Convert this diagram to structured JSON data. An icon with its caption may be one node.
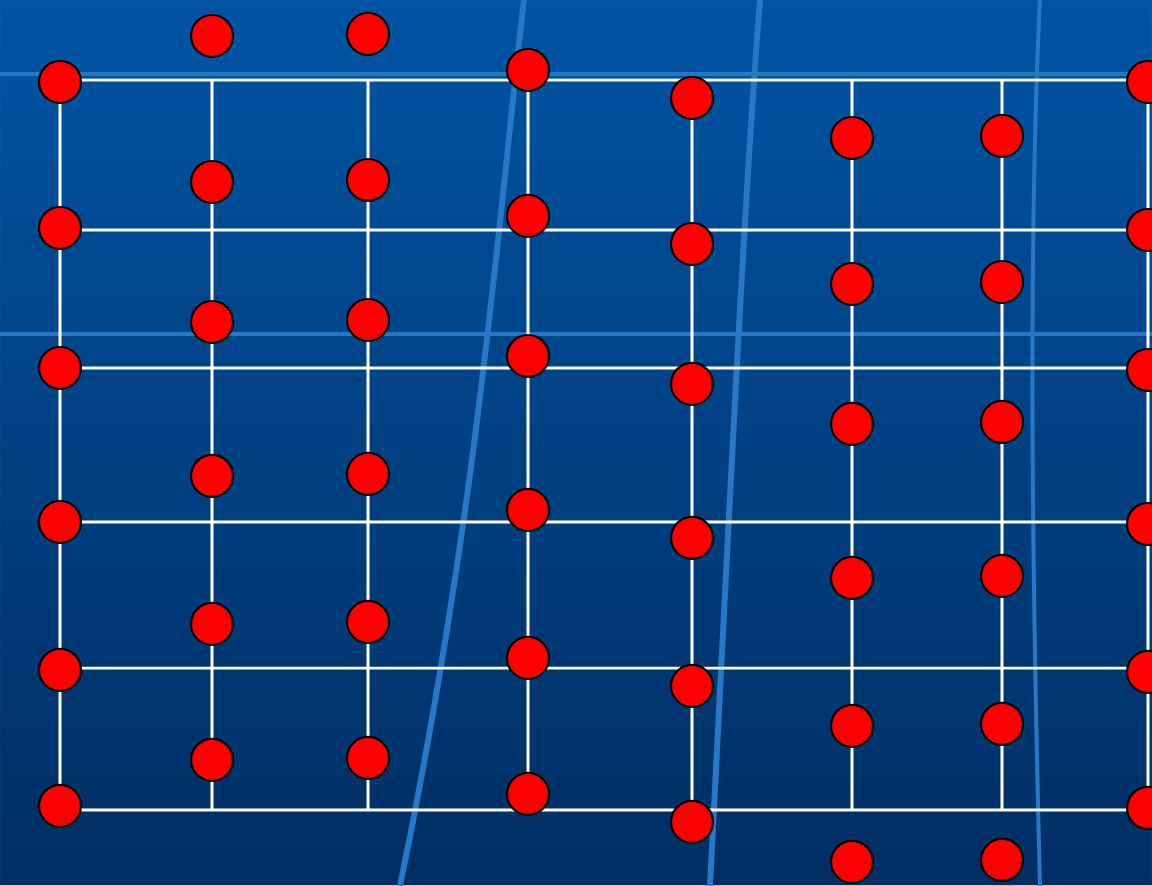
{
  "diagram": {
    "nodes": [
      {
        "text": [],
        "shape": "circle"
      },
      {
        "text": [],
        "shape": "circle"
      },
      {
        "text": [],
        "shape": "circle"
      },
      {
        "text": [],
        "shape": "circle"
      },
      {
        "text": [],
        "shape": "circle"
      },
      {
        "text": [],
        "shape": "circle"
      },
      {
        "text": [],
        "shape": "circle"
      },
      {
        "text": [],
        "shape": "circle"
      },
      {
        "text": [],
        "shape": "circle"
      },
      {
        "text": [],
        "shape": "circle"
      },
      {
        "text": [],
        "shape": "circle"
      },
      {
        "text": [],
        "shape": "circle"
      },
      {
        "text": [],
        "shape": "circle"
      },
      {
        "text": [],
        "shape": "circle"
      },
      {
        "text": [],
        "shape": "circle"
      },
      {
        "text": [],
        "shape": "circle"
      },
      {
        "text": [],
        "shape": "circle"
      },
      {
        "text": [],
        "shape": "circle"
      },
      {
        "text": [],
        "shape": "circle"
      },
      {
        "text": [],
        "shape": "circle"
      },
      {
        "text": [],
        "shape": "circle"
      },
      {
        "text": [],
        "shape": "circle"
      },
      {
        "text": [],
        "shape": "circle"
      },
      {
        "text": [],
        "shape": "circle"
      },
      {
        "text": [],
        "shape": "circle"
      },
      {
        "text": [],
        "shape": "circle"
      },
      {
        "text": [],
        "shape": "circle"
      },
      {
        "text": [],
        "shape": "circle"
      },
      {
        "text": [],
        "shape": "circle"
      },
      {
        "text": [],
        "shape": "circle"
      },
      {
        "text": [],
        "shape": "circle"
      },
      {
        "text": [],
        "shape": "circle"
      },
      {
        "text": [],
        "shape": "circle"
      },
      {
        "text": [],
        "shape": "circle"
      },
      {
        "text": [],
        "shape": "circle"
      },
      {
        "text": [],
        "shape": "circle"
      },
      {
        "text": [],
        "shape": "circle"
      },
      {
        "text": [],
        "shape": "circle"
      },
      {
        "text": [],
        "shape": "circle"
      },
      {
        "text": [],
        "shape": "circle"
      },
      {
        "text": [],
        "shape": "circle"
      },
      {
        "text": [],
        "shape": "circle"
      },
      {
        "text": [],
        "shape": "circle"
      },
      {
        "text": [],
        "shape": "circle"
      },
      {
        "text": [],
        "shape": "circle"
      },
      {
        "text": [],
        "shape": "circle"
      },
      {
        "text": [],
        "shape": "circle"
      },
      {
        "text": [],
        "shape": "circle"
      }
    ]
  }
}
